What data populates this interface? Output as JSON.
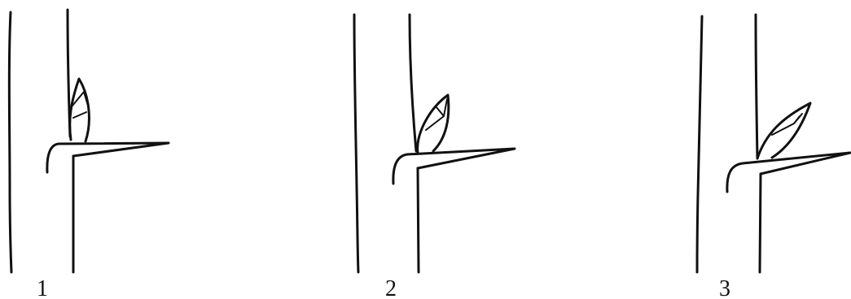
{
  "figure": {
    "panels": [
      {
        "label": "1"
      },
      {
        "label": "2"
      },
      {
        "label": "3"
      }
    ],
    "colors": {
      "background": "#ffffff",
      "ink": "#111111"
    }
  }
}
